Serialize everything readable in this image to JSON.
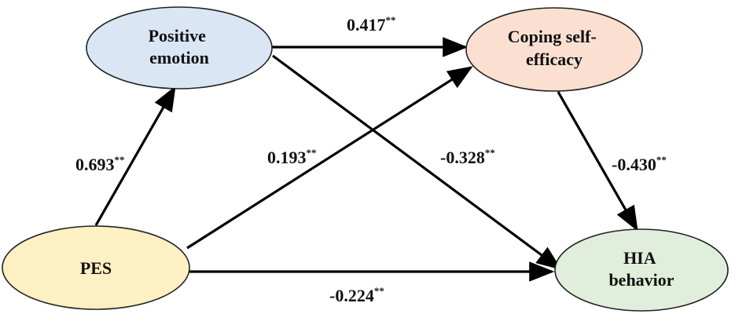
{
  "nodes": {
    "positive_emotion": {
      "lines": [
        "Positive",
        "emotion"
      ],
      "fill": "#dae6f4"
    },
    "coping_self_efficacy": {
      "lines": [
        "Coping self-",
        "efficacy"
      ],
      "fill": "#fbe0d2"
    },
    "pes": {
      "lines": [
        "PES"
      ],
      "fill": "#fdf0c3"
    },
    "hia_behavior": {
      "lines": [
        "HIA",
        "behavior"
      ],
      "fill": "#e1eedb"
    }
  },
  "edges": {
    "pes_to_positive_emotion": {
      "value": "0.693",
      "sig": "**"
    },
    "positive_emotion_to_coping": {
      "value": "0.417",
      "sig": "**"
    },
    "pes_to_coping": {
      "value": "0.193",
      "sig": "**"
    },
    "positive_emotion_to_hia": {
      "value": "-0.328",
      "sig": "**"
    },
    "coping_to_hia": {
      "value": "-0.430",
      "sig": "**"
    },
    "pes_to_hia": {
      "value": "-0.224",
      "sig": "**"
    }
  }
}
